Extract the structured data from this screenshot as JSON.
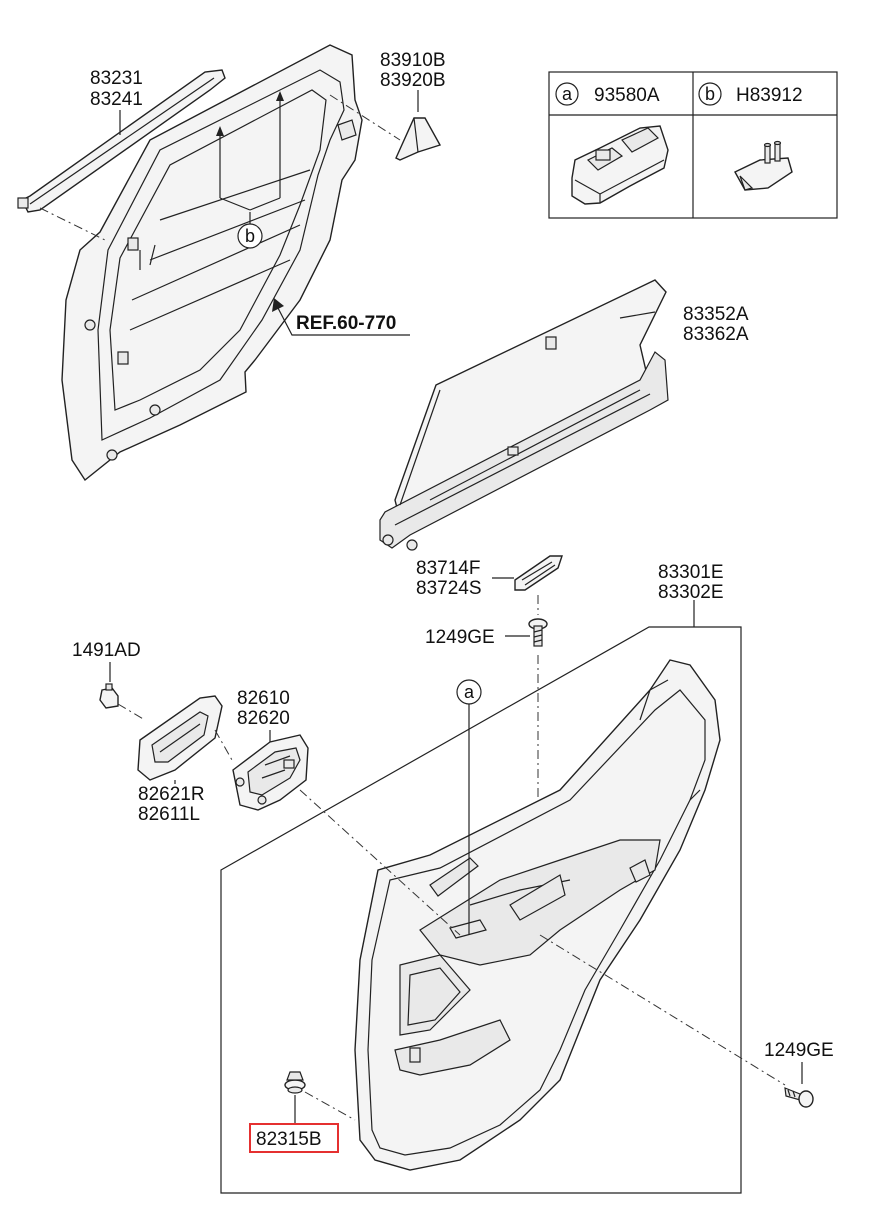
{
  "legend": {
    "items": [
      {
        "marker": "a",
        "part_no": "93580A"
      },
      {
        "marker": "b",
        "part_no": "H83912"
      }
    ]
  },
  "labels": {
    "run_strip": [
      "83231",
      "83241"
    ],
    "delta_cover": [
      "83910B",
      "83920B"
    ],
    "ref": "REF.60-770",
    "curtain": [
      "83352A",
      "83362A"
    ],
    "pull_cover": [
      "83714F",
      "83724S"
    ],
    "screw_top": "1249GE",
    "trim_panel": [
      "83301E",
      "83302E"
    ],
    "nut": "1491AD",
    "handle_assy": [
      "82610",
      "82620"
    ],
    "handle_bezel": [
      "82621R",
      "82611L"
    ],
    "screw_bottom": "1249GE",
    "clip": "82315B",
    "marker_a": "a",
    "marker_b": "b"
  },
  "colors": {
    "highlight_box": "#e53030",
    "line": "#222222"
  }
}
